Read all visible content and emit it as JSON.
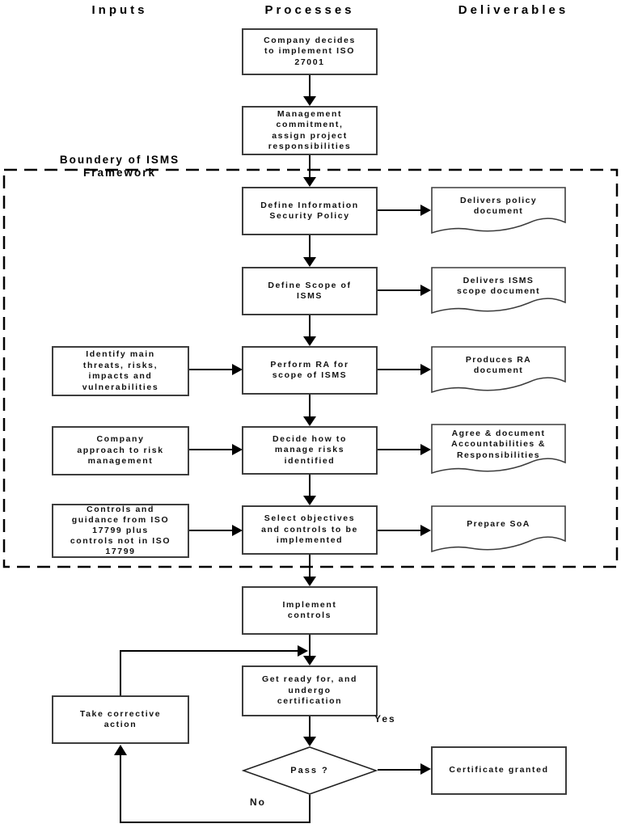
{
  "headers": {
    "inputs": "Inputs",
    "processes": "Processes",
    "deliverables": "Deliverables"
  },
  "boundary": {
    "label": "Boundery of ISMS\nFramework"
  },
  "process": [
    "Company decides\nto implement ISO\n27001",
    "Management\ncommitment,\nassign project\nresponsibilities",
    "Define Information\nSecurity Policy",
    "Define Scope of\nISMS",
    "Perform RA for\nscope of ISMS",
    "Decide how to\nmanage risks\nidentified",
    "Select objectives\nand controls to be\nimplemented",
    "Implement\ncontrols",
    "Get ready for, and\nundergo\ncertification"
  ],
  "inputs": [
    "Identify main\nthreats, risks,\nimpacts and\nvulnerabilities",
    "Company\napproach to risk\nmanagement",
    "Controls and\nguidance from ISO\n17799 plus\ncontrols not in ISO\n17799",
    "Take corrective\naction"
  ],
  "deliverables": [
    "Delivers policy\ndocument",
    "Delivers ISMS\nscope document",
    "Produces RA\ndocument",
    "Agree & document\nAccountabilities &\nResponsibilities",
    "Prepare SoA"
  ],
  "decision": {
    "label": "Pass ?",
    "yes_label": "Yes",
    "no_label": "No"
  },
  "certificate": "Certificate granted",
  "colors": {
    "ink": "#000000",
    "box_border": "#3d3d3d",
    "background": "#ffffff"
  }
}
